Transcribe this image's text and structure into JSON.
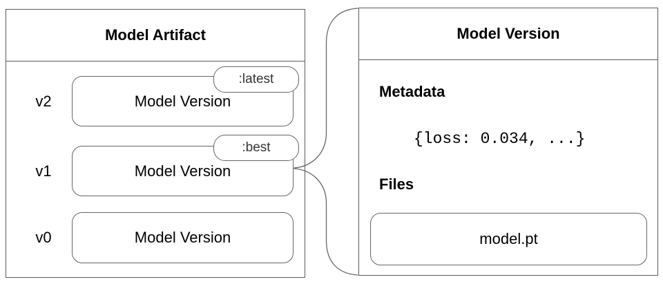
{
  "artifact": {
    "title": "Model Artifact",
    "versions": [
      {
        "label": "v2",
        "box_text": "Model Version",
        "tag": ":latest"
      },
      {
        "label": "v1",
        "box_text": "Model Version",
        "tag": ":best"
      },
      {
        "label": "v0",
        "box_text": "Model Version",
        "tag": ""
      }
    ]
  },
  "version": {
    "title": "Model Version",
    "metadata_heading": "Metadata",
    "metadata_value": "{loss: 0.034, ...}",
    "files_heading": "Files",
    "files": [
      "model.pt"
    ]
  },
  "connector": {
    "shape": "curly-brace",
    "from": "v1 Model Version",
    "to": "Model Version detail panel"
  },
  "colors": {
    "panel_border": "#595959",
    "box_border": "#666666",
    "text": "#000000",
    "tag_text": "#333333",
    "background": "#ffffff"
  }
}
